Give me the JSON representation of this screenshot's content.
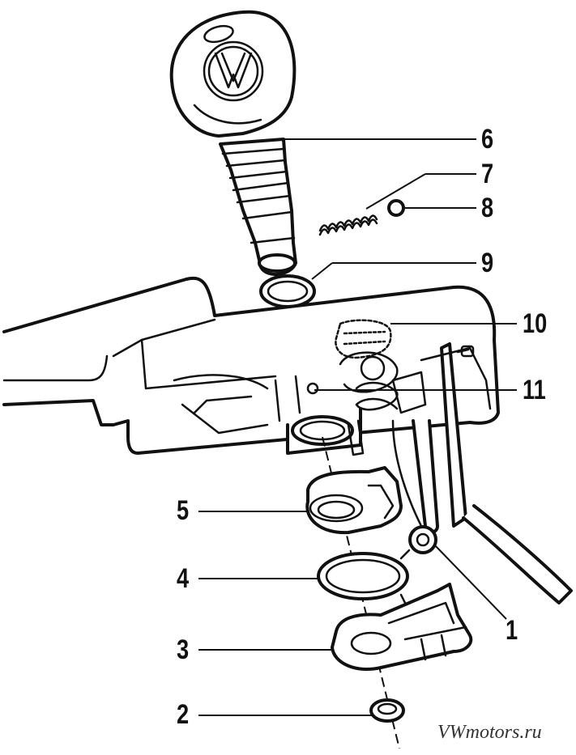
{
  "callouts": [
    {
      "label": "1"
    },
    {
      "label": "2"
    },
    {
      "label": "3"
    },
    {
      "label": "4"
    },
    {
      "label": "5"
    },
    {
      "label": "6"
    },
    {
      "label": "7"
    },
    {
      "label": "8"
    },
    {
      "label": "9"
    },
    {
      "label": "10"
    },
    {
      "label": "11"
    }
  ],
  "watermark": "VWmotors.ru",
  "emblem": "vw-logo",
  "colors": {
    "line": "#111111",
    "fill": "#ffffff"
  }
}
